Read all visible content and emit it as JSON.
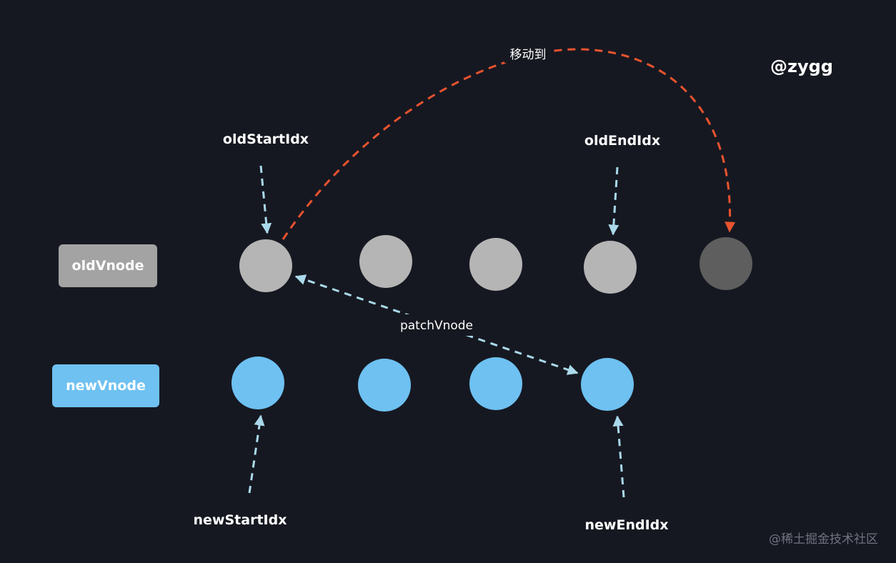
{
  "brand": "@zygg",
  "watermark": "@稀土掘金技术社区",
  "rows": {
    "old": {
      "label": "oldVnode",
      "label_color": "#a3a3a3",
      "node_color": "#b5b5b5",
      "moved_node_color": "#5e5e5e"
    },
    "new": {
      "label": "newVnode",
      "label_color": "#6ec1f1",
      "node_color": "#6ec1f1"
    }
  },
  "pointers": {
    "old_start": "oldStartIdx",
    "old_end": "oldEndIdx",
    "new_start": "newStartIdx",
    "new_end": "newEndIdx"
  },
  "edges": {
    "move": {
      "label": "移动到",
      "color": "#e8532f"
    },
    "patch": {
      "label": "patchVnode",
      "color": "#a9d9ea"
    }
  }
}
